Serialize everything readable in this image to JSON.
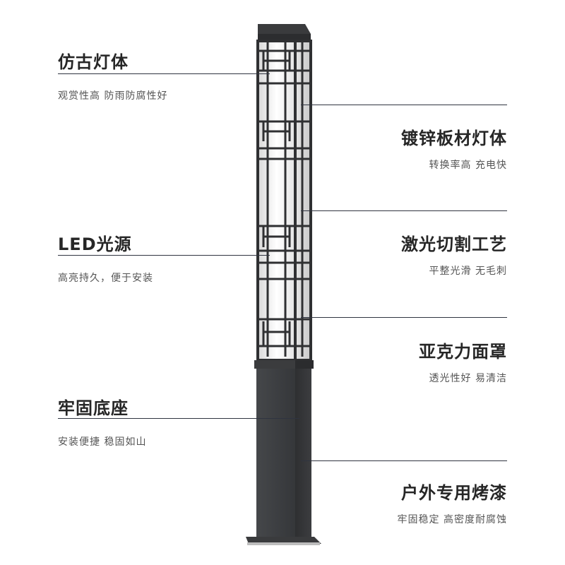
{
  "features": {
    "left": [
      {
        "title": "仿古灯体",
        "subtitle": "观赏性高 防雨防腐性好"
      },
      {
        "title": "LED光源",
        "subtitle": "高亮持久，便于安装"
      },
      {
        "title": "牢固底座",
        "subtitle": "安装便捷 稳固如山"
      }
    ],
    "right": [
      {
        "title": "镀锌板材灯体",
        "subtitle": "转换率高 充电快"
      },
      {
        "title": "激光切割工艺",
        "subtitle": "平整光滑 无毛刺"
      },
      {
        "title": "亚克力面罩",
        "subtitle": "透光性好 易清洁"
      },
      {
        "title": "户外专用烤漆",
        "subtitle": "牢固稳定 高密度耐腐蚀"
      }
    ]
  },
  "colors": {
    "lamp_body": "#3a3b3d",
    "lamp_dark": "#2a2b2d",
    "panel_light": "#f2f2f2",
    "leader_line": "#2f3440"
  },
  "image_subject": "square street lamp post with antique lattice light box"
}
